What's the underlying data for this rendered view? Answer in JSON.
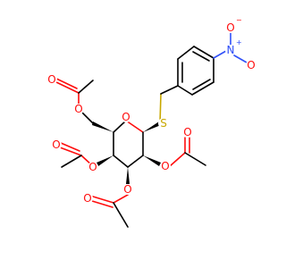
{
  "molecule": {
    "atom_labels": {
      "ring_oxygen": "O",
      "thioether_sulfur": "S",
      "nitro_nitrogen": "N",
      "nitro_charge_n": "+",
      "nitro_oxygen_up": "O",
      "nitro_charge_o": "−",
      "nitro_oxygen_down": "O",
      "ester6_ether_o": "O",
      "ester6_carbonyl_o": "O",
      "ester4_ether_o": "O",
      "ester4_carbonyl_o": "O",
      "ester3_ether_o": "O",
      "ester3_carbonyl_o": "O",
      "ester2_ether_o": "O",
      "ester2_carbonyl_o": "O"
    },
    "colors": {
      "carbon": "#000000",
      "oxygen": "#ff0d0d",
      "sulfur": "#c8a800",
      "nitrogen": "#3050f8"
    }
  }
}
